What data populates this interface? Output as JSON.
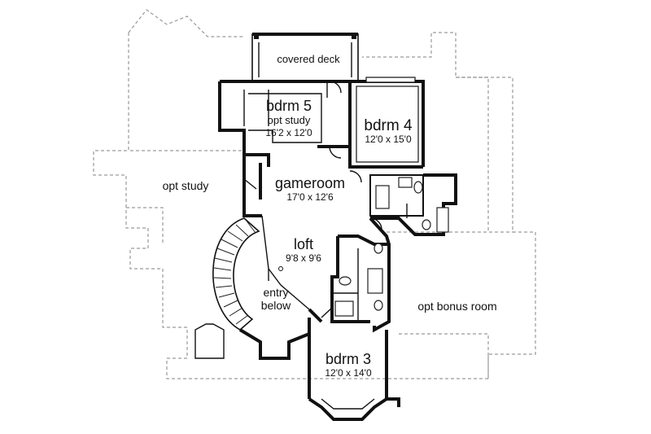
{
  "rooms": {
    "covered_deck": {
      "name": "covered deck"
    },
    "bdrm5": {
      "name": "bdrm 5",
      "sub": "opt study",
      "dim": "16'2 x 12'0"
    },
    "bdrm4": {
      "name": "bdrm 4",
      "dim": "12'0 x 15'0"
    },
    "opt_study": {
      "name": "opt study"
    },
    "gameroom": {
      "name": "gameroom",
      "dim": "17'0 x 12'6"
    },
    "loft": {
      "name": "loft",
      "dim": "9'8 x 9'6"
    },
    "entry": {
      "line1": "entry",
      "line2": "below"
    },
    "opt_bonus": {
      "name": "opt bonus room"
    },
    "bdrm3": {
      "name": "bdrm 3",
      "dim": "12'0 x 14'0"
    }
  }
}
